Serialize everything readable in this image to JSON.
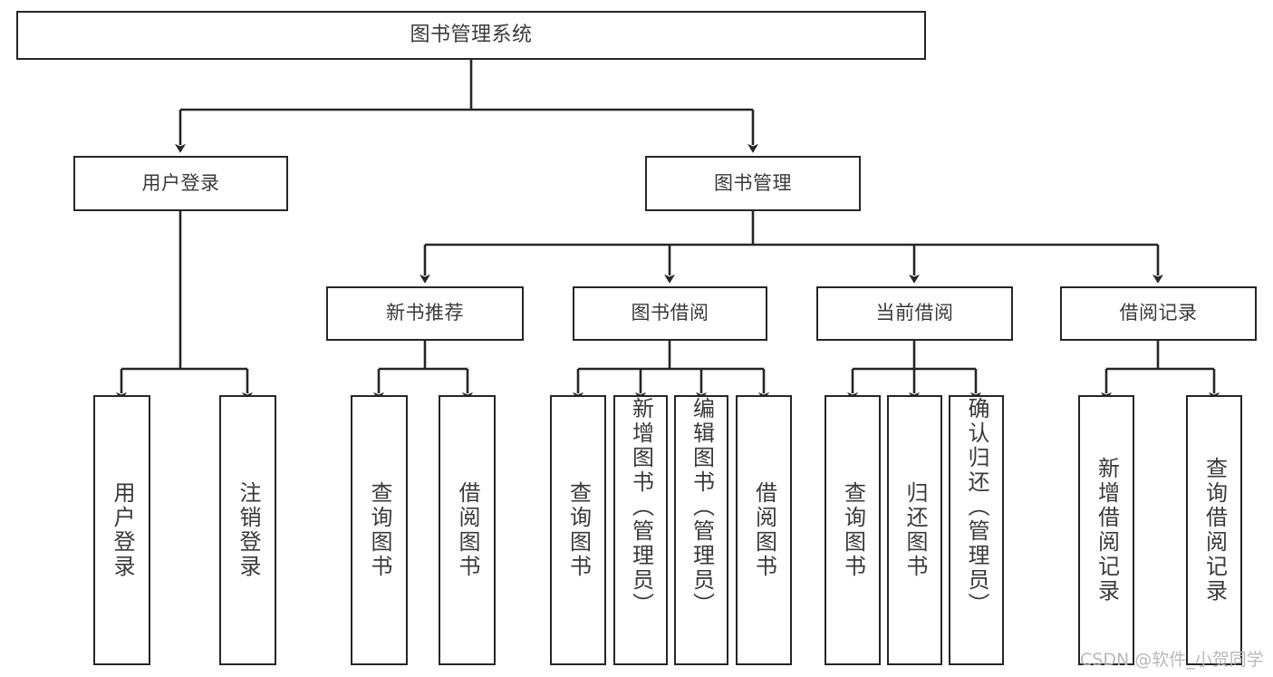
{
  "diagram": {
    "title": "图书管理系统",
    "type": "hierarchy-tree",
    "watermark": "CSDN @软件_小贺同学",
    "colors": {
      "stroke": "#262626",
      "text": "#3a3a3a",
      "background": "#ffffff",
      "watermark": "#b9b9b9"
    },
    "nodes": {
      "root": {
        "label": "图书管理系统",
        "level": 1
      },
      "l2": [
        {
          "id": "user-login",
          "label": "用户登录",
          "level": 2
        },
        {
          "id": "book-manage",
          "label": "图书管理",
          "level": 2
        }
      ],
      "l3": [
        {
          "id": "new-book-recommend",
          "label": "新书推荐",
          "level": 3,
          "parent": "book-manage"
        },
        {
          "id": "book-borrow",
          "label": "图书借阅",
          "level": 3,
          "parent": "book-manage"
        },
        {
          "id": "current-borrow",
          "label": "当前借阅",
          "level": 3,
          "parent": "book-manage"
        },
        {
          "id": "borrow-record",
          "label": "借阅记录",
          "level": 3,
          "parent": "book-manage"
        }
      ],
      "leaves": [
        {
          "id": "leaf-user-login",
          "label": "用户登录",
          "parent": "user-login"
        },
        {
          "id": "leaf-logout-login",
          "label": "注销登录",
          "parent": "user-login"
        },
        {
          "id": "leaf-query-book-1",
          "label": "查询图书",
          "parent": "new-book-recommend"
        },
        {
          "id": "leaf-borrow-book-1",
          "label": "借阅图书",
          "parent": "new-book-recommend"
        },
        {
          "id": "leaf-query-book-2",
          "label": "查询图书",
          "parent": "book-borrow"
        },
        {
          "id": "leaf-add-book",
          "label": "新增图书（管理员）",
          "parent": "book-borrow"
        },
        {
          "id": "leaf-edit-book",
          "label": "编辑图书（管理员）",
          "parent": "book-borrow"
        },
        {
          "id": "leaf-borrow-book-2",
          "label": "借阅图书",
          "parent": "book-borrow"
        },
        {
          "id": "leaf-query-book-3",
          "label": "查询图书",
          "parent": "current-borrow"
        },
        {
          "id": "leaf-return-book",
          "label": "归还图书",
          "parent": "current-borrow"
        },
        {
          "id": "leaf-confirm-return",
          "label": "确认归还（管理员）",
          "parent": "current-borrow"
        },
        {
          "id": "leaf-add-record",
          "label": "新增借阅记录",
          "parent": "borrow-record"
        },
        {
          "id": "leaf-query-record",
          "label": "查询借阅记录",
          "parent": "borrow-record"
        }
      ]
    }
  }
}
